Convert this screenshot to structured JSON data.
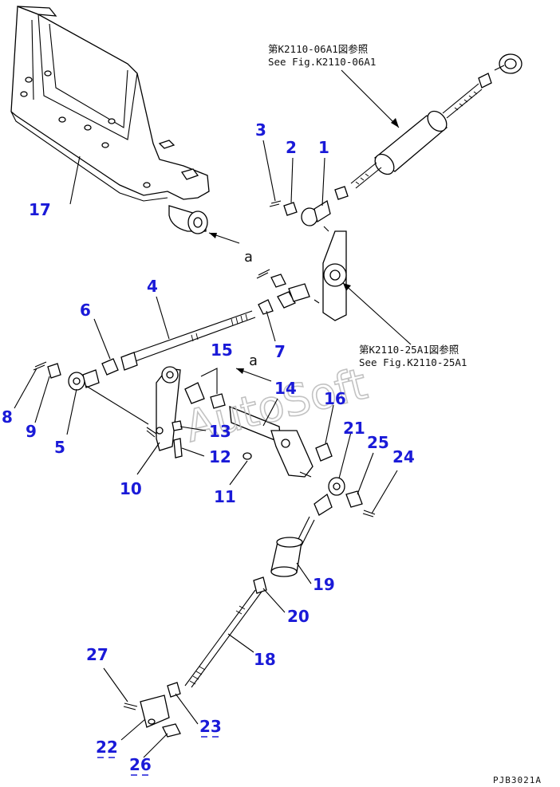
{
  "references": [
    {
      "id": "ref-fig-k2110-06a1",
      "jp": "第K2110-06A1図参照",
      "en": "See Fig.K2110-06A1"
    },
    {
      "id": "ref-fig-k2110-25a1",
      "jp": "第K2110-25A1図参照",
      "en": "See Fig.K2110-25A1"
    }
  ],
  "view_marks": [
    "a",
    "a"
  ],
  "watermark": "AutoSoft",
  "drawing_code": "PJB3021A",
  "callouts": [
    "1",
    "2",
    "3",
    "4",
    "5",
    "6",
    "7",
    "8",
    "9",
    "10",
    "11",
    "12",
    "13",
    "14",
    "15",
    "16",
    "17",
    "18",
    "19",
    "20",
    "21",
    "22",
    "23",
    "24",
    "25",
    "26",
    "27"
  ],
  "colors": {
    "callout": "#1a1ad8",
    "line": "#000000",
    "watermark": "#b8b8b8",
    "background": "#ffffff"
  }
}
